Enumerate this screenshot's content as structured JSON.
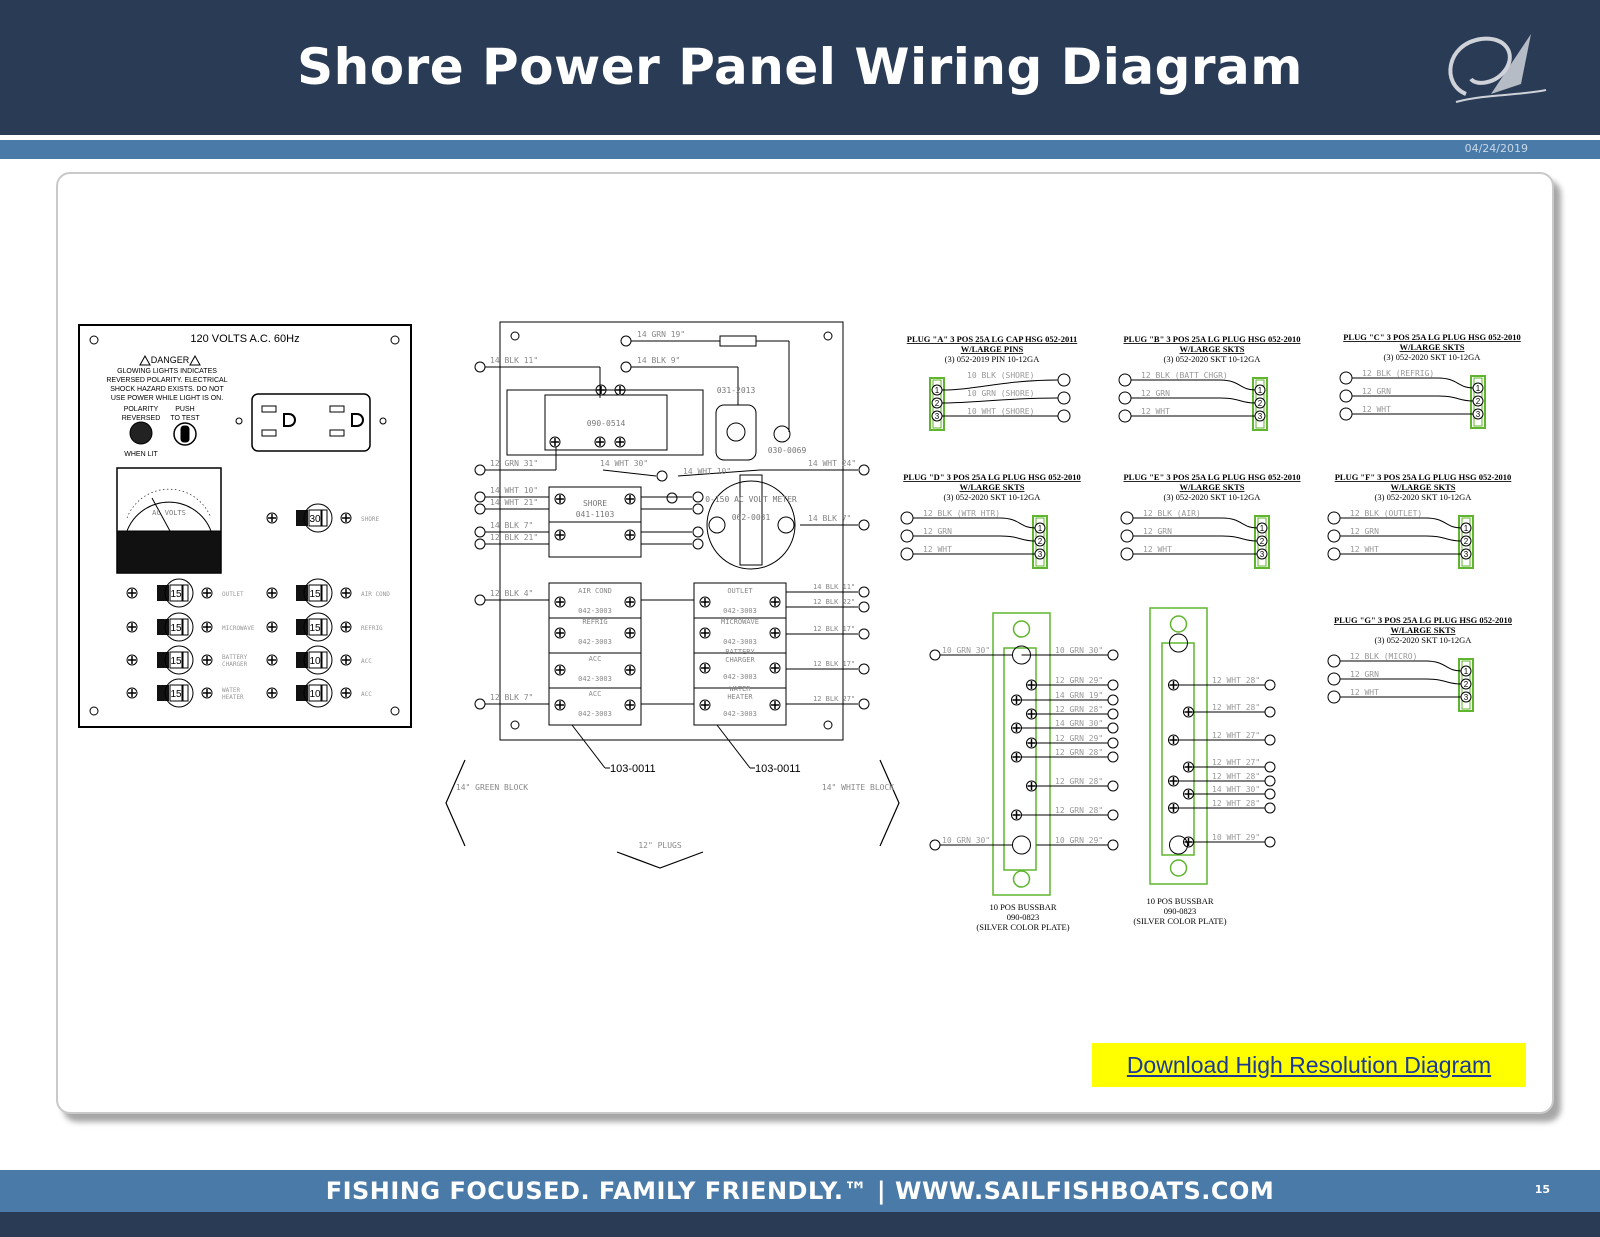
{
  "header": {
    "title": "Shore Power Panel Wiring Diagram",
    "date": "04/24/2019"
  },
  "download_link": "Download High Resolution Diagram",
  "footer": {
    "tagline": "FISHING FOCUSED. FAMILY FRIENDLY.™    |    WWW.SAILFISHBOATS.COM",
    "page": "15"
  },
  "panel": {
    "title": "120 VOLTS A.C. 60Hz",
    "danger_title": "DANGER",
    "danger_lines": [
      "GLOWING LIGHTS INDICATES",
      "REVERSED POLARITY. ELECTRICAL",
      "SHOCK HAZARD EXISTS. DO NOT",
      "USE POWER WHILE LIGHT IS ON."
    ],
    "polarity_label": [
      "POLARITY",
      "REVERSED"
    ],
    "push_label": [
      "PUSH",
      "TO TEST"
    ],
    "when_lit": "WHEN LIT",
    "meter_label": "AC VOLTS",
    "breakers": [
      {
        "rating": "30",
        "label": "SHORE"
      },
      {
        "rating": "15",
        "label": "OUTLET"
      },
      {
        "rating": "15",
        "label": "AIR COND"
      },
      {
        "rating": "15",
        "label": "MICROWAVE"
      },
      {
        "rating": "15",
        "label": "REFRIG"
      },
      {
        "rating": "15",
        "label": "BATTERY CHARGER"
      },
      {
        "rating": "10",
        "label": "ACC"
      },
      {
        "rating": "15",
        "label": "WATER HEATER"
      },
      {
        "rating": "10",
        "label": "ACC"
      }
    ]
  },
  "wiring": {
    "parts": {
      "p1": "090-0514",
      "p2": "031-2013",
      "p3": "030-0069",
      "meter": "0-150 AC VOLT METER",
      "meter_part": "062-0031",
      "shore": "SHORE",
      "shore_part": "041-1103",
      "breaker_part": "042-3003",
      "callout": "103-0011"
    },
    "left_labels": [
      "14 BLK 11\"",
      "12 GRN 31\"",
      "14 WHT 10\"",
      "14 WHT 21\"",
      "14 BLK 7\"",
      "12 BLK 21\"",
      "12 BLK 4\"",
      "12 BLK 7\""
    ],
    "top_labels": [
      "14 GRN 19\"",
      "14 BLK 9\"",
      "14 WHT 30\"",
      "14 WHT 10\"",
      "14 WHT 24\"",
      "14 BLK 7\""
    ],
    "breaker_labels": [
      "AIR COND",
      "REFRIG",
      "ACC",
      "ACC",
      "OUTLET",
      "MICROWAVE",
      "BATTERY CHARGER",
      "WATER HEATER"
    ],
    "right_labels": [
      "14 BLK 11\"",
      "12 BLK 22\"",
      "12 BLK 17\"",
      "12 BLK 17\"",
      "12 BLK 27\""
    ],
    "green_block": "14\" GREEN BLOCK",
    "white_block": "14\" WHITE BLOCK",
    "plugs_note": "12\" PLUGS"
  },
  "plugs": [
    {
      "title": "PLUG \"A\" 3 POS 25A LG CAP HSG 052-2011",
      "sub": "W/LARGE PINS",
      "spec": "(3) 052-2019 PIN 10-12GA",
      "wires": [
        "10 BLK (SHORE)",
        "10 GRN (SHORE)",
        "10 WHT (SHORE)"
      ]
    },
    {
      "title": "PLUG \"B\" 3 POS 25A LG PLUG HSG 052-2010",
      "sub": "W/LARGE SKTS",
      "spec": "(3) 052-2020 SKT 10-12GA",
      "wires": [
        "12 BLK (BATT CHGR)",
        "12 GRN",
        "12 WHT"
      ]
    },
    {
      "title": "PLUG \"C\" 3 POS 25A LG PLUG HSG 052-2010",
      "sub": "W/LARGE SKTS",
      "spec": "(3) 052-2020 SKT 10-12GA",
      "wires": [
        "12 BLK (REFRIG)",
        "12 GRN",
        "12 WHT"
      ]
    },
    {
      "title": "PLUG \"D\" 3 POS 25A LG PLUG HSG 052-2010",
      "sub": "W/LARGE SKTS",
      "spec": "(3) 052-2020 SKT 10-12GA",
      "wires": [
        "12 BLK (WTR HTR)",
        "12 GRN",
        "12 WHT"
      ]
    },
    {
      "title": "PLUG \"E\" 3 POS 25A LG PLUG HSG 052-2010",
      "sub": "W/LARGE SKTS",
      "spec": "(3) 052-2020 SKT 10-12GA",
      "wires": [
        "12 BLK (AIR)",
        "12 GRN",
        "12 WHT"
      ]
    },
    {
      "title": "PLUG \"F\" 3 POS 25A LG PLUG HSG 052-2010",
      "sub": "W/LARGE SKTS",
      "spec": "(3) 052-2020 SKT 10-12GA",
      "wires": [
        "12 BLK (OUTLET)",
        "12 GRN",
        "12 WHT"
      ]
    },
    {
      "title": "PLUG \"G\" 3 POS 25A LG PLUG HSG 052-2010",
      "sub": "W/LARGE SKTS",
      "spec": "(3) 052-2020 SKT 10-12GA",
      "wires": [
        "12 BLK (MICRO)",
        "12 GRN",
        "12 WHT"
      ]
    }
  ],
  "bussbars": [
    {
      "name": "10 POS BUSSBAR",
      "part": "090-0823",
      "note": "(SILVER COLOR PLATE)",
      "in_top": "10 GRN 30\"",
      "in_bottom": "10 GRN 30\"",
      "labels": [
        "10 GRN 30\"",
        "12 GRN 29\"",
        "14 GRN 19\"",
        "12 GRN 28\"",
        "14 GRN 30\"",
        "12 GRN 29\"",
        "12 GRN 28\"",
        "12 GRN 28\"",
        "12 GRN 28\"",
        "10 GRN 29\""
      ]
    },
    {
      "name": "10 POS BUSSBAR",
      "part": "090-0823",
      "note": "(SILVER COLOR PLATE)",
      "labels": [
        "12 WHT 28\"",
        "12 WHT 28\"",
        "12 WHT 27\"",
        "12 WHT 27\"",
        "12 WHT 28\"",
        "14 WHT 30\"",
        "12 WHT 28\"",
        "10 WHT 29\""
      ]
    }
  ],
  "colors": {
    "navy": "#2a3b55",
    "blue": "#4a7aa8",
    "plug_green": "#5fb52e",
    "link_bg": "#ffff00"
  }
}
